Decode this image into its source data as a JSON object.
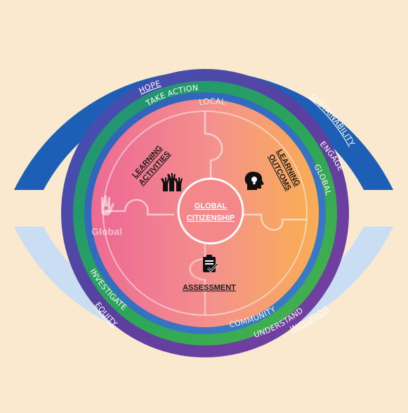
{
  "colors": {
    "background": "#fbe9cf",
    "outer_arc_top": "#1d5fb7",
    "outer_arc_bottom": "#c9ddf3",
    "ring_purple": "#6b3ea1",
    "ring_green": "#27a05b",
    "ring_blue": "#3571c5",
    "center_pink": "#f07a97",
    "center_orange": "#f8a05a"
  },
  "outer_ring": {
    "hope": "HOPE",
    "sustainability": "SUSTAINABILITY",
    "inclusion": "INCLUSION",
    "equity": "EQUITY"
  },
  "middle_ring": {
    "take_action": "TAKE ACTION",
    "engage": "ENGAGE",
    "understand": "UNDERSTAND",
    "investigate": "INVESTIGATE"
  },
  "inner_ring": {
    "local": "LOCAL",
    "global": "GLOBAL",
    "community": "COMMUNITY"
  },
  "puzzle": {
    "learning_activities": [
      "LEARNING",
      "ACTIVITIES"
    ],
    "learning_outcomes": [
      "LEARNING",
      "OUTCOMS"
    ],
    "assessment": "ASSESSMENT",
    "center": [
      "GLOBAL",
      "CITIZENSHIP"
    ]
  },
  "icons": {
    "activities": "raised-hands-icon",
    "outcomes": "head-lightbulb-icon",
    "assessment": "clipboard-check-icon",
    "logo": "hand-logo-icon"
  },
  "logo_text": "Global"
}
